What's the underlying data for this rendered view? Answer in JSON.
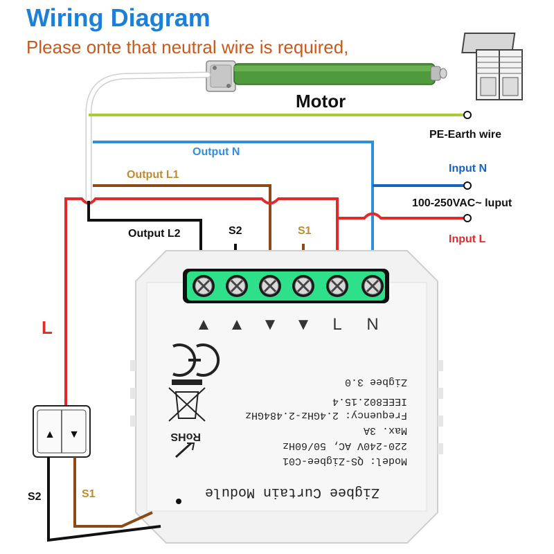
{
  "title": "Wiring Diagram",
  "subtitle": "Please onte that neutral wire is required,",
  "motor_label": "Motor",
  "earth_label": "PE-Earth wire",
  "output_n_label": "Output N",
  "output_l1_label": "Output L1",
  "output_l2_label": "Output L2",
  "input_n_label": "Input N",
  "supply_label": "100-250VAC~ luput",
  "input_l_label": "Input L",
  "s2_label": "S2",
  "s1_label": "S1",
  "l_label": "L",
  "switch_s2_label": "S2",
  "switch_s1_label": "S1",
  "terminal_marks": [
    "▲",
    "▲",
    "▼",
    "▼",
    "L",
    "N"
  ],
  "switch_buttons": [
    "▲",
    "▼"
  ],
  "module": {
    "ce_mark": "CE",
    "rohs": "RoHS",
    "spec_lines": [
      "Zigbee 3.0",
      "IEEE802.15.4",
      "Frequency: 2.4GHz-2.484GHz",
      "Max. 3A",
      "220-240V AC, 50/60Hz",
      "Model: QS-Zigbee-C01"
    ],
    "name": "Zigbee Curtain Module"
  },
  "colors": {
    "title_blue": "#1e7fd6",
    "subtitle_orange": "#c65a1e",
    "wire_red": "#e32a2a",
    "wire_blue": "#2f8fd8",
    "wire_brown": "#8a4a1a",
    "wire_black": "#111111",
    "wire_earth": "#a8cc32",
    "label_brown": "#c08a2e",
    "input_blue": "#1565c0",
    "terminal_green": "#2ee08a",
    "motor_green": "#4f9a3c"
  }
}
